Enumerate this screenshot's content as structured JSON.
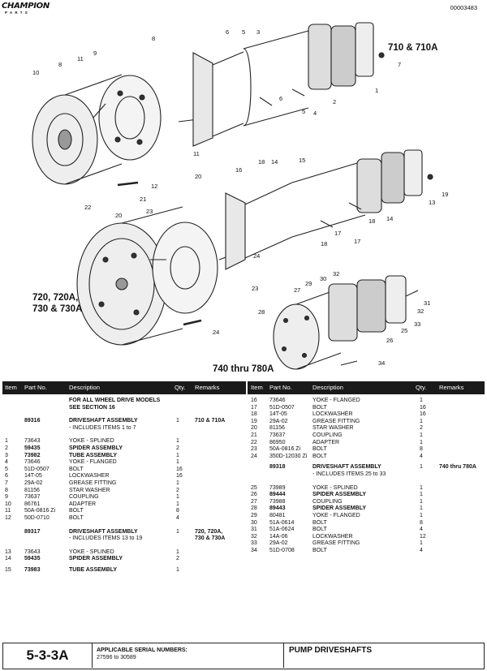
{
  "header": {
    "logo_top": "CHAMPION",
    "logo_bottom": "PARTS",
    "doc_id": "00003483"
  },
  "diagram": {
    "model_labels": {
      "top": "710 & 710A",
      "middle_line1": "720, 720A,",
      "middle_line2": "730 & 730A",
      "bottom": "740 thru 780A"
    },
    "callouts": [
      {
        "t": "1"
      },
      {
        "t": "2"
      },
      {
        "t": "3"
      },
      {
        "t": "4"
      },
      {
        "t": "5"
      },
      {
        "t": "5"
      },
      {
        "t": "6"
      },
      {
        "t": "6"
      },
      {
        "t": "7"
      },
      {
        "t": "8"
      },
      {
        "t": "8"
      },
      {
        "t": "9"
      },
      {
        "t": "10"
      },
      {
        "t": "11"
      },
      {
        "t": "11"
      },
      {
        "t": "12"
      },
      {
        "t": "13"
      },
      {
        "t": "14"
      },
      {
        "t": "14"
      },
      {
        "t": "15"
      },
      {
        "t": "16"
      },
      {
        "t": "17"
      },
      {
        "t": "17"
      },
      {
        "t": "18"
      },
      {
        "t": "18"
      },
      {
        "t": "18"
      },
      {
        "t": "19"
      },
      {
        "t": "20"
      },
      {
        "t": "20"
      },
      {
        "t": "21"
      },
      {
        "t": "22"
      },
      {
        "t": "23"
      },
      {
        "t": "23"
      },
      {
        "t": "24"
      },
      {
        "t": "24"
      },
      {
        "t": "25"
      },
      {
        "t": "26"
      },
      {
        "t": "27"
      },
      {
        "t": "28"
      },
      {
        "t": "29"
      },
      {
        "t": "30"
      },
      {
        "t": "31"
      },
      {
        "t": "32"
      },
      {
        "t": "32"
      },
      {
        "t": "33"
      },
      {
        "t": "34"
      }
    ]
  },
  "table": {
    "headers": {
      "item": "Item",
      "part": "Part No.",
      "desc": "Description",
      "qty": "Qty.",
      "remarks": "Remarks"
    },
    "left_rows": [
      {
        "item": "",
        "part": "",
        "desc": "FOR ALL WHEEL DRIVE MODELS",
        "qty": "",
        "remarks": "",
        "bold": true
      },
      {
        "item": "",
        "part": "",
        "desc": "SEE SECTION 16",
        "qty": "",
        "remarks": "",
        "bold": true
      },
      {
        "gap": true
      },
      {
        "item": "",
        "part": "89316",
        "desc": "DRIVESHAFT ASSEMBLY",
        "qty": "1",
        "remarks": "710 & 710A",
        "bold": true
      },
      {
        "item": "",
        "part": "",
        "desc": "- INCLUDES ITEMS 1 to 7",
        "qty": "",
        "remarks": ""
      },
      {
        "gap": true
      },
      {
        "item": "1",
        "part": "73643",
        "desc": "YOKE - SPLINED",
        "qty": "1",
        "remarks": ""
      },
      {
        "item": "2",
        "part": "59435",
        "desc": "SPIDER ASSEMBLY",
        "qty": "2",
        "remarks": "",
        "bold": true
      },
      {
        "item": "3",
        "part": "73982",
        "desc": "TUBE ASSEMBLY",
        "qty": "1",
        "remarks": "",
        "bold": true
      },
      {
        "item": "4",
        "part": "73646",
        "desc": "YOKE - FLANGED",
        "qty": "1",
        "remarks": ""
      },
      {
        "item": "5",
        "part": "51D-0507",
        "desc": "BOLT",
        "qty": "16",
        "remarks": ""
      },
      {
        "item": "6",
        "part": "14T-05",
        "desc": "LOCKWASHER",
        "qty": "16",
        "remarks": ""
      },
      {
        "item": "7",
        "part": "29A-02",
        "desc": "GREASE FITTING",
        "qty": "1",
        "remarks": ""
      },
      {
        "item": "8",
        "part": "81156",
        "desc": "STAR WASHER",
        "qty": "2",
        "remarks": ""
      },
      {
        "item": "9",
        "part": "73637",
        "desc": "COUPLING",
        "qty": "1",
        "remarks": ""
      },
      {
        "item": "10",
        "part": "86761",
        "desc": "ADAPTER",
        "qty": "1",
        "remarks": ""
      },
      {
        "item": "11",
        "part": "50A-0816 Zi",
        "desc": "BOLT",
        "qty": "8",
        "remarks": ""
      },
      {
        "item": "12",
        "part": "50D-0710",
        "desc": "BOLT",
        "qty": "4",
        "remarks": ""
      },
      {
        "gap": true
      },
      {
        "item": "",
        "part": "89317",
        "desc": "DRIVESHAFT ASSEMBLY",
        "qty": "1",
        "remarks": "720, 720A,",
        "bold": true
      },
      {
        "item": "",
        "part": "",
        "desc": "- INCLUDES ITEMS 13 to 19",
        "qty": "",
        "remarks": "730 & 730A",
        "rbold": true
      },
      {
        "gap": true
      },
      {
        "item": "13",
        "part": "73643",
        "desc": "YOKE - SPLINED",
        "qty": "1",
        "remarks": ""
      },
      {
        "item": "14",
        "part": "59435",
        "desc": "SPIDER ASSEMBLY",
        "qty": "2",
        "remarks": "",
        "bold": true
      },
      {
        "gapsm": true
      },
      {
        "item": "15",
        "part": "73983",
        "desc": "TUBE ASSEMBLY",
        "qty": "1",
        "remarks": "",
        "bold": true
      }
    ],
    "right_rows": [
      {
        "item": "16",
        "part": "73646",
        "desc": "YOKE - FLANGED",
        "qty": "1",
        "remarks": ""
      },
      {
        "item": "17",
        "part": "51D-0507",
        "desc": "BOLT",
        "qty": "16",
        "remarks": ""
      },
      {
        "item": "18",
        "part": "14T-05",
        "desc": "LOCKWASHER",
        "qty": "16",
        "remarks": ""
      },
      {
        "item": "19",
        "part": "29A-02",
        "desc": "GREASE FITTING",
        "qty": "1",
        "remarks": ""
      },
      {
        "item": "20",
        "part": "81156",
        "desc": "STAR WASHER",
        "qty": "2",
        "remarks": ""
      },
      {
        "item": "21",
        "part": "73637",
        "desc": "COUPLING",
        "qty": "1",
        "remarks": ""
      },
      {
        "item": "22",
        "part": "86950",
        "desc": "ADAPTER",
        "qty": "1",
        "remarks": ""
      },
      {
        "item": "23",
        "part": "50A-0816 Zi",
        "desc": "BOLT",
        "qty": "8",
        "remarks": ""
      },
      {
        "item": "24",
        "part": "350D-12030 Zi",
        "desc": "BOLT",
        "qty": "4",
        "remarks": ""
      },
      {
        "gapsm": true
      },
      {
        "item": "",
        "part": "89318",
        "desc": "DRIVESHAFT ASSEMBLY",
        "qty": "1",
        "remarks": "740 thru 780A",
        "bold": true
      },
      {
        "item": "",
        "part": "",
        "desc": "- INCLUDES ITEMS 25 to 33",
        "qty": "",
        "remarks": ""
      },
      {
        "gap": true
      },
      {
        "item": "25",
        "part": "73989",
        "desc": "YOKE - SPLINED",
        "qty": "1",
        "remarks": ""
      },
      {
        "item": "26",
        "part": "89444",
        "desc": "SPIDER ASSEMBLY",
        "qty": "1",
        "remarks": "",
        "bold": true
      },
      {
        "item": "27",
        "part": "73988",
        "desc": "COUPLING",
        "qty": "1",
        "remarks": ""
      },
      {
        "item": "28",
        "part": "89443",
        "desc": "SPIDER ASSEMBLY",
        "qty": "1",
        "remarks": "",
        "bold": true
      },
      {
        "item": "29",
        "part": "80481",
        "desc": "YOKE - FLANGED",
        "qty": "1",
        "remarks": ""
      },
      {
        "item": "30",
        "part": "51A-0614",
        "desc": "BOLT",
        "qty": "8",
        "remarks": ""
      },
      {
        "item": "31",
        "part": "51A-0624",
        "desc": "BOLT",
        "qty": "4",
        "remarks": ""
      },
      {
        "item": "32",
        "part": "14A-06",
        "desc": "LOCKWASHER",
        "qty": "12",
        "remarks": ""
      },
      {
        "item": "33",
        "part": "29A-02",
        "desc": "GREASE FITTING",
        "qty": "1",
        "remarks": ""
      },
      {
        "item": "34",
        "part": "51D-0708",
        "desc": "BOLT",
        "qty": "4",
        "remarks": ""
      }
    ]
  },
  "footer": {
    "page_code": "5-3-3A",
    "serial_label": "APPLICABLE SERIAL NUMBERS:",
    "serial_value": "27596 to 30589",
    "title": "PUMP DRIVESHAFTS"
  }
}
